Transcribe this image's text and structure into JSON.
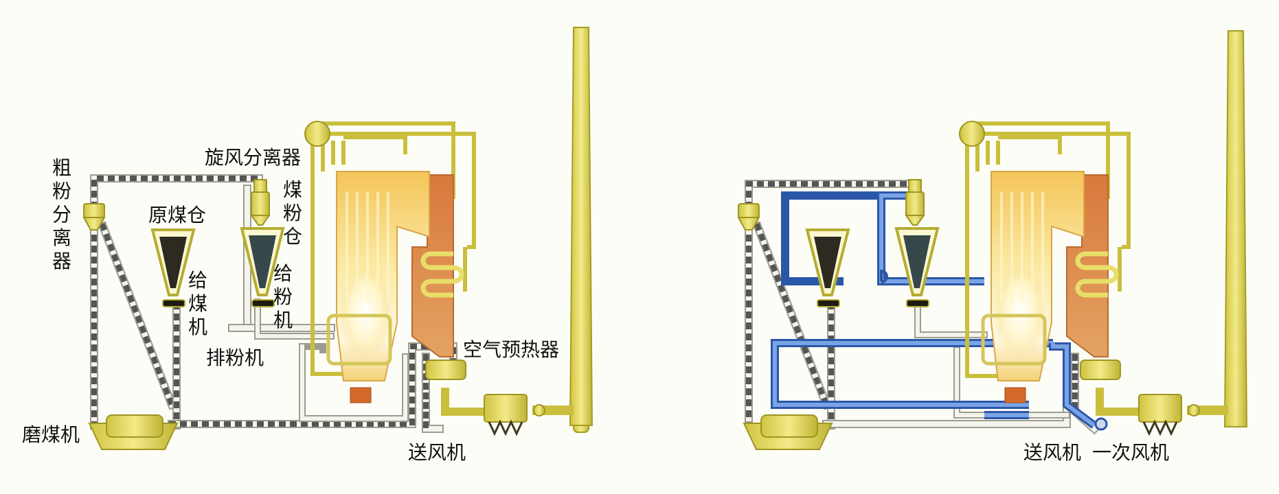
{
  "left_diagram": {
    "labels": {
      "coarse_separator": "粗粉分离器",
      "cyclone_separator": "旋风分离器",
      "raw_coal_bunker": "原煤仓",
      "pulverized_coal_bin": "煤粉仓",
      "coal_feeder": "给煤机",
      "powder_feeder": "给粉机",
      "exhauster": "排粉机",
      "air_preheater": "空气预热器",
      "coal_mill": "磨煤机",
      "forced_draft_fan": "送风机"
    }
  },
  "right_diagram": {
    "labels": {
      "forced_draft_fan": "送风机",
      "primary_air_fan": "一次风机"
    }
  },
  "colors": {
    "equipment": "#e8de6a",
    "equipment_dark": "#b8ae2e",
    "pipe_white": "#f2f2ea",
    "pipe_blue": "#4f7ed2",
    "coal": "#2e2a22",
    "pulverized": "#3a4a4c",
    "flue": "#d9874a",
    "furnace_glow": "#fff3b0"
  }
}
